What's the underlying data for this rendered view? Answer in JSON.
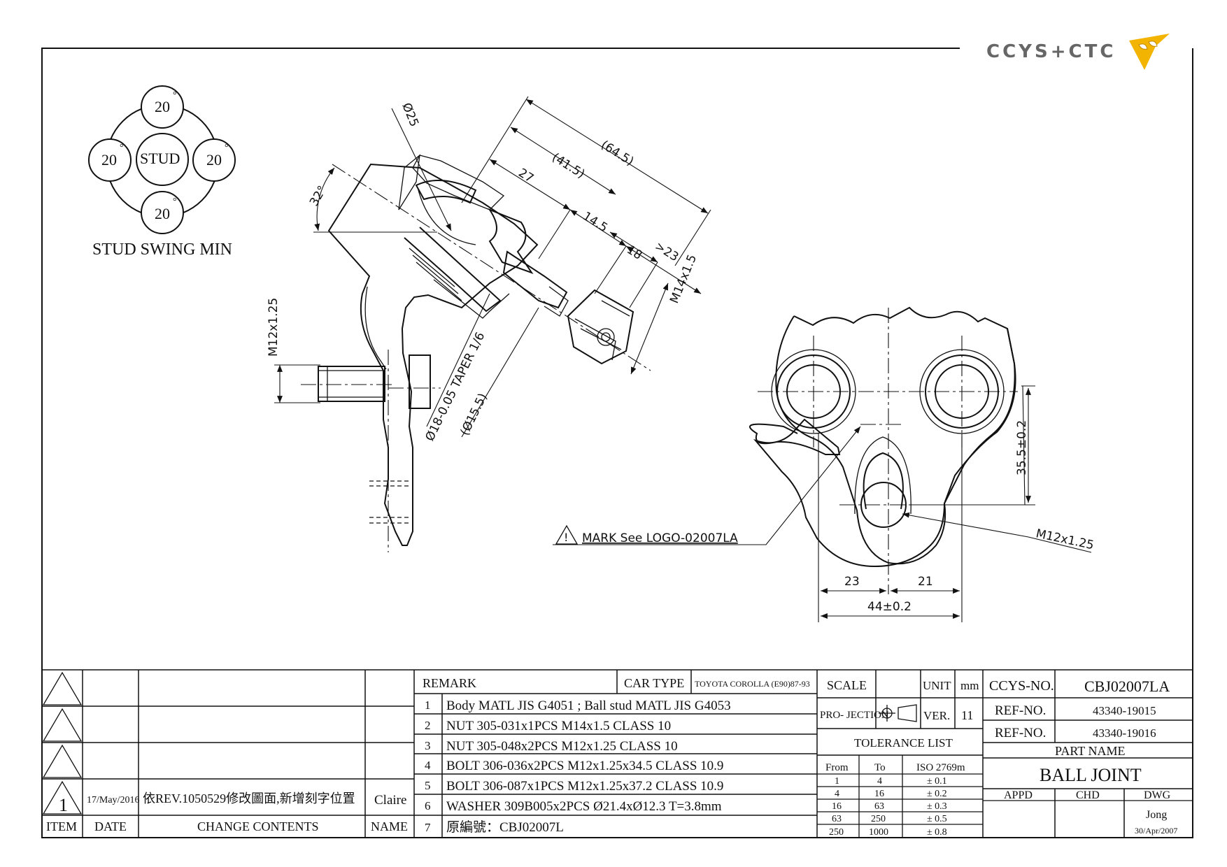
{
  "logo": {
    "text": "CCYS+CTC",
    "brand_color": "#f2b400"
  },
  "swing": {
    "top": "20",
    "left": "20",
    "right": "20",
    "bottom": "20",
    "deg": "°",
    "center": "STUD",
    "caption": "STUD SWING MIN"
  },
  "side_view_dims": {
    "d25": "Ø25",
    "angle": "32°",
    "d645": "(64.5)",
    "d415": "(41.5)",
    "d27": "27",
    "d145": "14.5",
    "d23": ">23",
    "d18": "18",
    "m14": "M14x1.5",
    "m12": "M12x1.25",
    "taper": "Ø18-0.05 TAPER 1/6",
    "d155": "(Ø15.5)"
  },
  "plan_view_dims": {
    "mark": "MARK See LOGO-02007LA",
    "d355": "35.5±0.2",
    "m12": "M12x1.25",
    "d23": "23",
    "d21": "21",
    "d44": "44±0.2"
  },
  "revision_table": {
    "rows": [
      {
        "item": "",
        "date": "",
        "content": "",
        "name": ""
      },
      {
        "item": "",
        "date": "",
        "content": "",
        "name": ""
      },
      {
        "item": "",
        "date": "",
        "content": "",
        "name": ""
      },
      {
        "item": "1",
        "date": "17/May/2016",
        "content": "依REV.1050529修改圖面,新增刻字位置",
        "name": "Claire"
      }
    ],
    "headers": {
      "item": "ITEM",
      "date": "DATE",
      "content": "CHANGE CONTENTS",
      "name": "NAME"
    }
  },
  "remarks": {
    "header": "REMARK",
    "car_type_label": "CAR TYPE",
    "car_type_value": "TOYOTA COROLLA (E90)87-93",
    "items": [
      {
        "no": "1",
        "text": "Body MATL JIS G4051 ; Ball stud MATL JIS G4053"
      },
      {
        "no": "2",
        "text": "NUT 305-031x1PCS M14x1.5 CLASS 10"
      },
      {
        "no": "3",
        "text": "NUT 305-048x2PCS M12x1.25 CLASS 10"
      },
      {
        "no": "4",
        "text": "BOLT 306-036x2PCS M12x1.25x34.5 CLASS 10.9"
      },
      {
        "no": "5",
        "text": "BOLT 306-087x1PCS M12x1.25x37.2 CLASS 10.9"
      },
      {
        "no": "6",
        "text": "WASHER 309B005x2PCS Ø21.4xØ12.3 T=3.8mm"
      },
      {
        "no": "7",
        "text": "原編號：CBJ02007L"
      }
    ]
  },
  "spec": {
    "scale_label": "SCALE",
    "scale_value": "",
    "unit_label": "UNIT",
    "unit_value": "mm",
    "projection_label": "PRO- JECTION",
    "ver_label": "VER.",
    "ver_value": "11",
    "tolerance_title": "TOLERANCE LIST",
    "tol_headers": [
      "From",
      "To",
      "ISO 2769m"
    ],
    "tol_rows": [
      [
        "1",
        "4",
        "± 0.1"
      ],
      [
        "4",
        "16",
        "± 0.2"
      ],
      [
        "16",
        "63",
        "± 0.3"
      ],
      [
        "63",
        "250",
        "± 0.5"
      ],
      [
        "250",
        "1000",
        "± 0.8"
      ]
    ]
  },
  "title_block": {
    "ccys_label": "CCYS-NO.",
    "ccys_value": "CBJ02007LA",
    "ref1_label": "REF-NO.",
    "ref1_value": "43340-19015",
    "ref2_label": "REF-NO.",
    "ref2_value": "43340-19016",
    "part_label": "PART NAME",
    "part_value": "BALL JOINT",
    "appd": "APPD",
    "chd": "CHD",
    "dwg": "DWG",
    "dwg_name": "Jong",
    "dwg_date": "30/Apr/2007"
  }
}
